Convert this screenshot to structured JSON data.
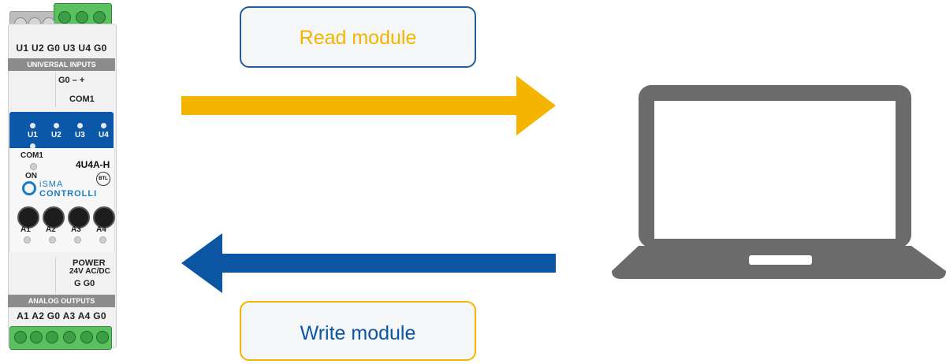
{
  "device": {
    "top_pins": "U1 U2 G0 U3 U4 G0",
    "top_band": "UNIVERSAL INPUTS",
    "com_pins": "G0  –   +",
    "com_label": "COM1",
    "inputs": [
      "U1",
      "U2",
      "U3",
      "U4"
    ],
    "com_led_label": "COM1",
    "on_label": "ON",
    "model": "4U4A-H",
    "brand_line1": "iSMA",
    "brand_line2": "CONTROLLI",
    "btl_mark": "BTL",
    "outputs": [
      "A1",
      "A2",
      "A3",
      "A4"
    ],
    "power_title": "POWER",
    "power_spec": "24V AC/DC",
    "power_pins": "G   G0",
    "bottom_band": "ANALOG OUTPUTS",
    "bottom_pins": "A1 A2 G0 A3 A4 G0"
  },
  "read_label": "Read module",
  "write_label": "Write module",
  "colors": {
    "read_arrow": "#f5b400",
    "write_arrow": "#0b55a3",
    "laptop": "#6b6b6b"
  }
}
